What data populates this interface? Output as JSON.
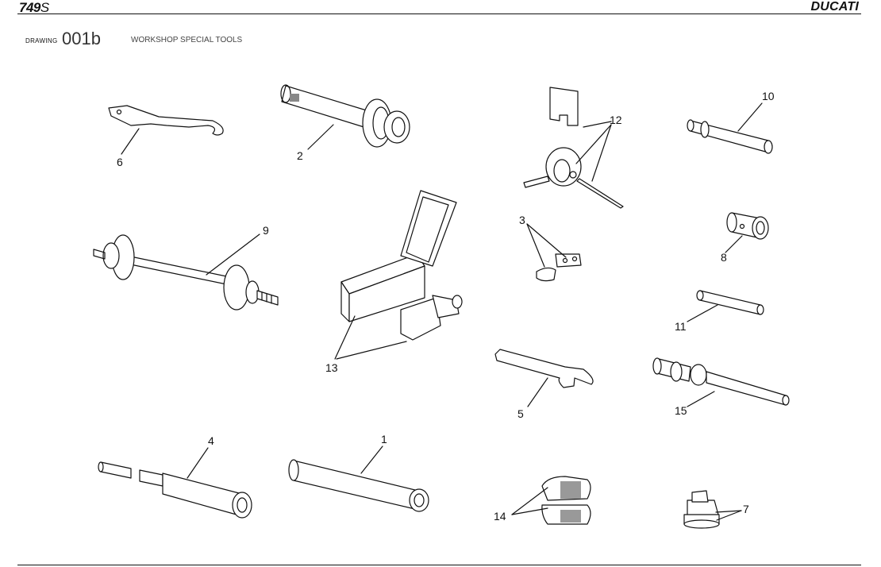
{
  "header": {
    "model_bold": "749",
    "model_suffix": "S",
    "brand": "DUCATI"
  },
  "drawing": {
    "label": "DRAWING",
    "number": "001b",
    "title": "WORKSHOP SPECIAL TOOLS"
  },
  "callouts": [
    "1",
    "2",
    "3",
    "4",
    "5",
    "6",
    "7",
    "8",
    "9",
    "10",
    "11",
    "12",
    "13",
    "14",
    "15"
  ]
}
